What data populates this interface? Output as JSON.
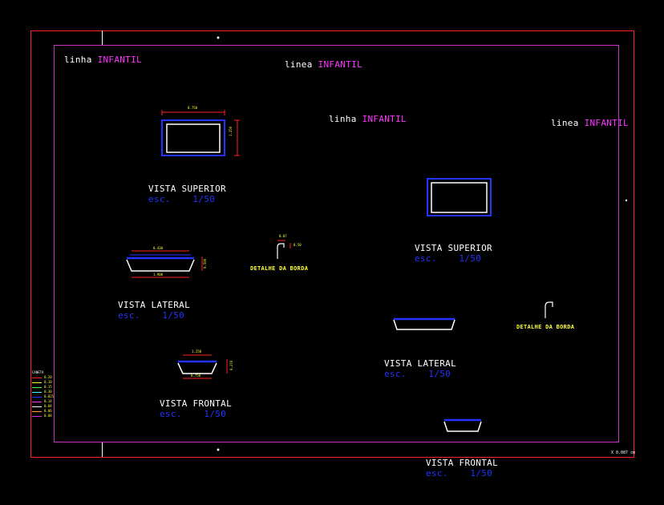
{
  "colors": {
    "outer_frame": "#ff2222",
    "inner_frame": "#cc33cc",
    "outline_white": "#ffffff",
    "outline_blue": "#2233ff",
    "dimension_red": "#ff2222",
    "text_yellow": "#ffff33",
    "text_magenta": "#ff33ff",
    "text_blue": "#2233ff"
  },
  "line_labels": [
    {
      "prefix": "linha",
      "name": "INFANTIL"
    },
    {
      "prefix": "linea",
      "name": "INFANTIL"
    },
    {
      "prefix": "linha",
      "name": "INFANTIL"
    },
    {
      "prefix": "linea",
      "name": "INFANTIL"
    }
  ],
  "views_left": {
    "superior": {
      "title": "VISTA SUPERIOR",
      "scale_label": "esc.",
      "scale_value": "1/50"
    },
    "lateral": {
      "title": "VISTA LATERAL",
      "scale_label": "esc.",
      "scale_value": "1/50"
    },
    "frontal": {
      "title": "VISTA FRONTAL",
      "scale_label": "esc.",
      "scale_value": "1/50"
    },
    "detail": "DETALHE DA BORDA"
  },
  "views_right": {
    "superior": {
      "title": "VISTA SUPERIOR",
      "scale_label": "esc.",
      "scale_value": "1/50"
    },
    "lateral": {
      "title": "VISTA LATERAL",
      "scale_label": "esc.",
      "scale_value": "1/50"
    },
    "frontal": {
      "title": "VISTA FRONTAL",
      "scale_label": "esc.",
      "scale_value": "1/50"
    },
    "detail": "DETALHE DA BORDA"
  },
  "dimensions": {
    "sup_width": "0.750",
    "sup_height": "1.250",
    "lat_top": "0.430",
    "lat_bottom": "1.900",
    "lat_height": "0.500",
    "front_top": "1.250",
    "front_bottom": "0.750",
    "front_height": "0.270",
    "detail_w": "0.07",
    "detail_h": "0.50"
  },
  "legend": {
    "title": "CANETA",
    "entries": [
      {
        "color": "#ff2222",
        "value": "0.20"
      },
      {
        "color": "#ffff33",
        "value": "0.10"
      },
      {
        "color": "#33ff33",
        "value": "0.15"
      },
      {
        "color": "#33ffff",
        "value": "0.30"
      },
      {
        "color": "#2233ff",
        "value": "0.025"
      },
      {
        "color": "#ff33ff",
        "value": "0.14"
      },
      {
        "color": "#ffffff",
        "value": "0.04"
      },
      {
        "color": "#ff9933",
        "value": "0.06"
      },
      {
        "color": "#cc33cc",
        "value": "0.08"
      }
    ]
  },
  "coord_readout": "X 0.087 cm"
}
